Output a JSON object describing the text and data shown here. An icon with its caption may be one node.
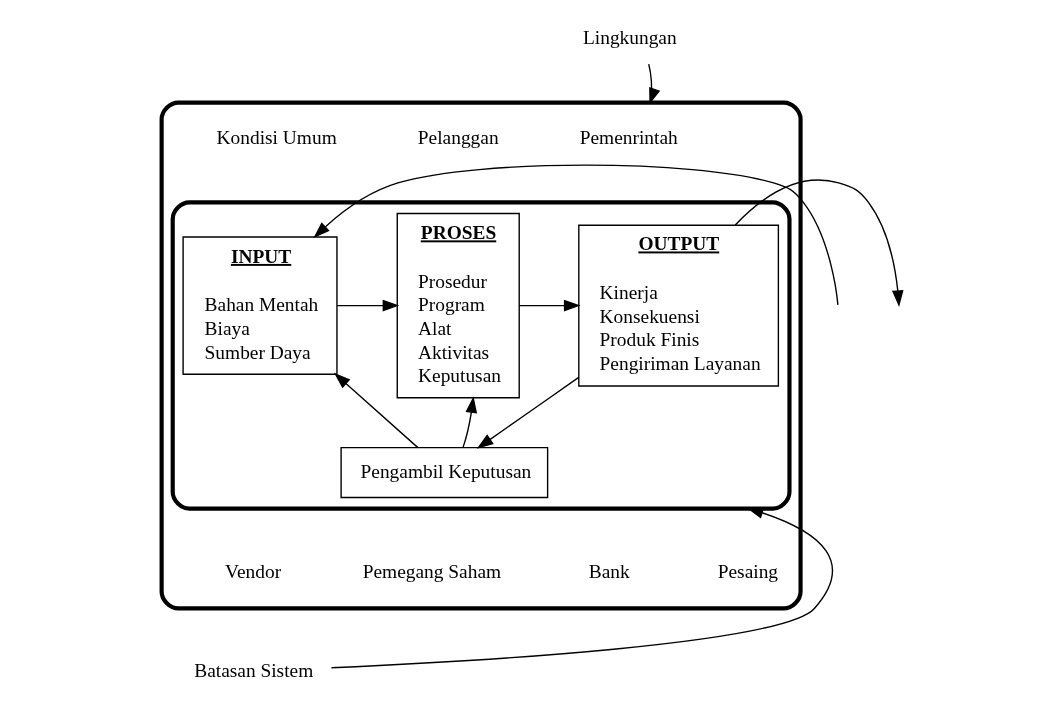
{
  "diagram": {
    "nodes": [
      {
        "text": [
          "Lingkungan"
        ]
      },
      {
        "text": [],
        "shape": "box"
      },
      {
        "text": [],
        "shape": "box",
        "in": 1
      },
      {
        "text": [
          "INPUT",
          "Bahan Mentah",
          "Biaya",
          "Sumber Daya"
        ],
        "in": 2
      },
      {
        "text": [
          "PROSES",
          "Prosedur",
          "Program",
          "Alat",
          "Aktivitas",
          "Keputusan"
        ],
        "in": 2
      },
      {
        "text": [
          "OUTPUT",
          "Kinerja",
          "Konsekuensi",
          "Produk Finis",
          "Pengiriman Layanan"
        ],
        "in": 2
      },
      {
        "text": [
          "Pengambil Keputusan"
        ],
        "in": 2
      },
      {
        "text": [
          "Batasan Sistem"
        ]
      }
    ],
    "edges": [
      {
        "from": null,
        "to": 3,
        "arrow": "to"
      },
      {
        "from": 3,
        "to": 4,
        "arrow": "to"
      },
      {
        "from": 4,
        "to": 5,
        "arrow": "to"
      },
      {
        "from": 5,
        "to": null,
        "arrow": "to"
      },
      {
        "from": 5,
        "to": 6,
        "arrow": "to"
      },
      {
        "from": 6,
        "to": 3,
        "arrow": "to"
      },
      {
        "from": 6,
        "to": 4,
        "arrow": "to"
      },
      {
        "from": 0,
        "to": 1,
        "arrow": "to"
      },
      {
        "from": 7,
        "to": 2,
        "arrow": "to"
      }
    ],
    "labels": [
      "Kondisi Umum",
      "Pelanggan",
      "Pemenrintah",
      "Vendor",
      "Pemegang Saham",
      "Bank",
      "Pesaing"
    ]
  }
}
